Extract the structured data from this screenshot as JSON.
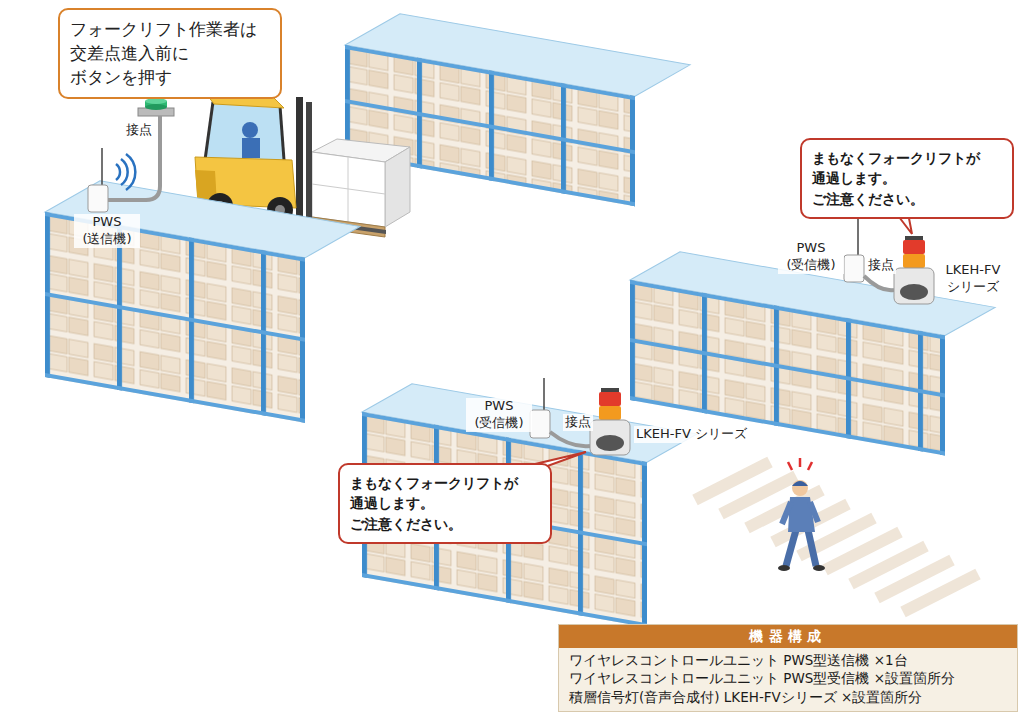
{
  "diagram": {
    "nodes": [
      {
        "text": [
          "フォークリフト作業者は 交差点進入前に ボタンを押す"
        ]
      },
      {
        "text": [
          "まもなくフォークリフトが 通過します。ご注意ください。"
        ]
      },
      {
        "text": [
          "まもなくフォークリフトが 通過します。ご注意ください。"
        ]
      },
      {
        "text": [
          "機器構成",
          "ワイヤレスコントロールユニット PWS型送信機 ×1台",
          "ワイヤレスコントロールユニット PWS型受信機 ×設置箇所分",
          "積層信号灯(音声合成付) LKEH-FVシリーズ ×設置箇所分"
        ]
      }
    ],
    "labels": [
      "接点",
      "PWS (送信機)",
      "PWS (受信機)",
      "接点",
      "LKEH-FV シリーズ",
      "PWS (受信機)",
      "接点",
      "LKEH-FV シリーズ"
    ]
  }
}
